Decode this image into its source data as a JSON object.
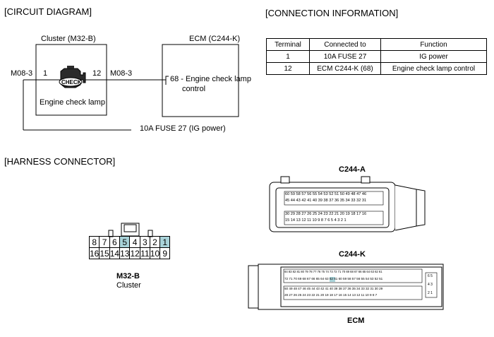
{
  "circuit": {
    "heading": "[CIRCUIT DIAGRAM]",
    "cluster_title": "Cluster (M32-B)",
    "ecm_title": "ECM (C244-K)",
    "left_wire": "M08-3",
    "pin1": "1",
    "pin12": "12",
    "right_wire": "M08-3",
    "check_text": "CHECK",
    "lamp_label": "Engine check lamp",
    "ecm_pin_line1": "68 - Engine check lamp",
    "ecm_pin_line2": "control",
    "fuse_label": "10A FUSE 27 (IG power)"
  },
  "connection": {
    "heading": "[CONNECTION INFORMATION]",
    "headers": [
      "Terminal",
      "Connected to",
      "Function"
    ],
    "rows": [
      [
        "1",
        "10A FUSE 27",
        "IG power"
      ],
      [
        "12",
        "ECM C244-K (68)",
        "Engine check lamp control"
      ]
    ]
  },
  "harness": {
    "heading": "[HARNESS CONNECTOR]",
    "cluster_row1": [
      "8",
      "7",
      "6",
      "5",
      "4",
      "3",
      "2",
      "1"
    ],
    "cluster_row2": [
      "16",
      "15",
      "14",
      "13",
      "12",
      "11",
      "10",
      "9"
    ],
    "cluster_name": "M32-B",
    "cluster_caption": "Cluster",
    "ecm_a_label": "C244-A",
    "ecm_k_label": "C244-K",
    "ecm_caption": "ECM",
    "a_top_row1": "60 59 58 57 56 55 54 53 52 51 50 49 48 47 46",
    "a_top_row2": "45 44 43 42 41 40 39 38 37 36 35 34 33 32 31",
    "a_bot_row1": "30 29 28 27 26 25 24 23 22 21 20 19 18 17 16",
    "a_bot_row2": "15 14 13 12 11 10 9 8 7 6 5 4 3 2 1",
    "k_top_row1": "84 83 82 81 80 79 78 77 76 75 74 73 72 71 70 69 68 67 66 65 64 63 62 61",
    "k_top_row2": "72 71 70 69 68 67 66 65 64 63 62 61 60 59 58 57 56 55 54 53 52 51",
    "k_bot_row1": "50 49 48 47 46 45 44 43 42 41 40 39 38 37 36 35 34 33 32 31 30 29",
    "k_bot_row2": "28 27 26 25 24 23 22 21 20 19 18 17 16 15 14 13 12 11 10 9 8 7",
    "k_side_row1": "6 5",
    "k_side_row2": "4 3",
    "k_side_row3": "2 1"
  }
}
